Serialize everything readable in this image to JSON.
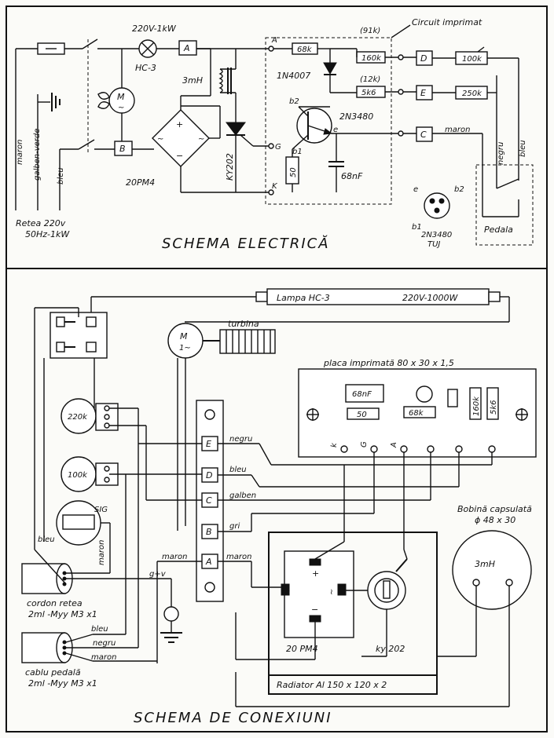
{
  "electrical": {
    "title": "SCHEMA   ELECTRICĂ",
    "circuit_label": "Circuit imprimat",
    "lamp_rating": "220V-1kW",
    "lamp_name": "HC-3",
    "coil": "3mH",
    "diode": "1N4007",
    "thyristor": "KY202",
    "bridge": "20PM4",
    "transistor": "2N3480",
    "transistor2": "2N3480",
    "transistor_type": "TUJ",
    "r68k": "68k",
    "r160k": "160k",
    "r160k_alt": "(91k)",
    "r5k6": "5k6",
    "r5k6_alt": "(12k)",
    "r100k": "100k",
    "r250k": "250k",
    "r50": "50",
    "cap": "68nF",
    "node_A": "A",
    "node_B": "B",
    "node_C": "C",
    "node_D": "D",
    "node_E": "E",
    "node_G": "G",
    "node_K": "K",
    "b1": "b1",
    "b2": "b2",
    "e": "e",
    "b1_pin": "b1",
    "b2_pin": "b2",
    "e_pin": "e",
    "maron_left": "maron",
    "galben_verde": "galben-verde",
    "bleu_left": "bleu",
    "retea": "Retea 220v",
    "retea_spec": "50Hz-1kW",
    "maron_right": "maron",
    "negru": "negru",
    "bleu_right": "bleu",
    "pedala": "Pedala",
    "motor": "M",
    "motor_sym": "~"
  },
  "connections": {
    "title": "SCHEMA DE CONEXIUNI",
    "lamp_label": "Lampa HC-3",
    "lamp_rating": "220V-1000W",
    "turbina": "turbina",
    "motor": "M",
    "motor_sym": "1~",
    "placa": "placa imprimată 80 x 30 x 1,5",
    "pcb_68nf": "68nF",
    "pcb_50": "50",
    "pcb_68k": "68k",
    "pcb_160k": "160k",
    "pcb_5k6": "5k6",
    "pin_k": "k",
    "pin_g": "G",
    "pin_a": "A",
    "pot_220k": "220k",
    "pot_100k": "100k",
    "sig": "SIG",
    "term_E": "E",
    "term_D": "D",
    "term_C": "C",
    "term_B": "B",
    "term_A": "A",
    "w_negru": "negru",
    "w_bleu": "bleu",
    "w_galben": "galben",
    "w_gri": "gri",
    "w_maron1": "maron",
    "w_maron2": "maron",
    "bleu_left": "bleu",
    "maron_left": "maron",
    "gv": "g+v",
    "cordon": "cordon retea",
    "cordon_spec": "2ml -Myy M3 x1",
    "cablu": "cablu pedală",
    "cablu_spec": "2ml -Myy M3 x1",
    "cab_bleu": "bleu",
    "cab_negru": "negru",
    "cab_maron": "maron",
    "bobina": "Bobină capsulată",
    "bobina_dim": "ϕ 48 x 30",
    "bobina_val": "3mH",
    "bridge": "20 PM4",
    "thyristor": "ky 202",
    "radiator": "Radiator Al  150 x 120 x 2",
    "plus": "+",
    "minus": "−",
    "tilde1": "≀",
    "tilde2": "≀"
  }
}
